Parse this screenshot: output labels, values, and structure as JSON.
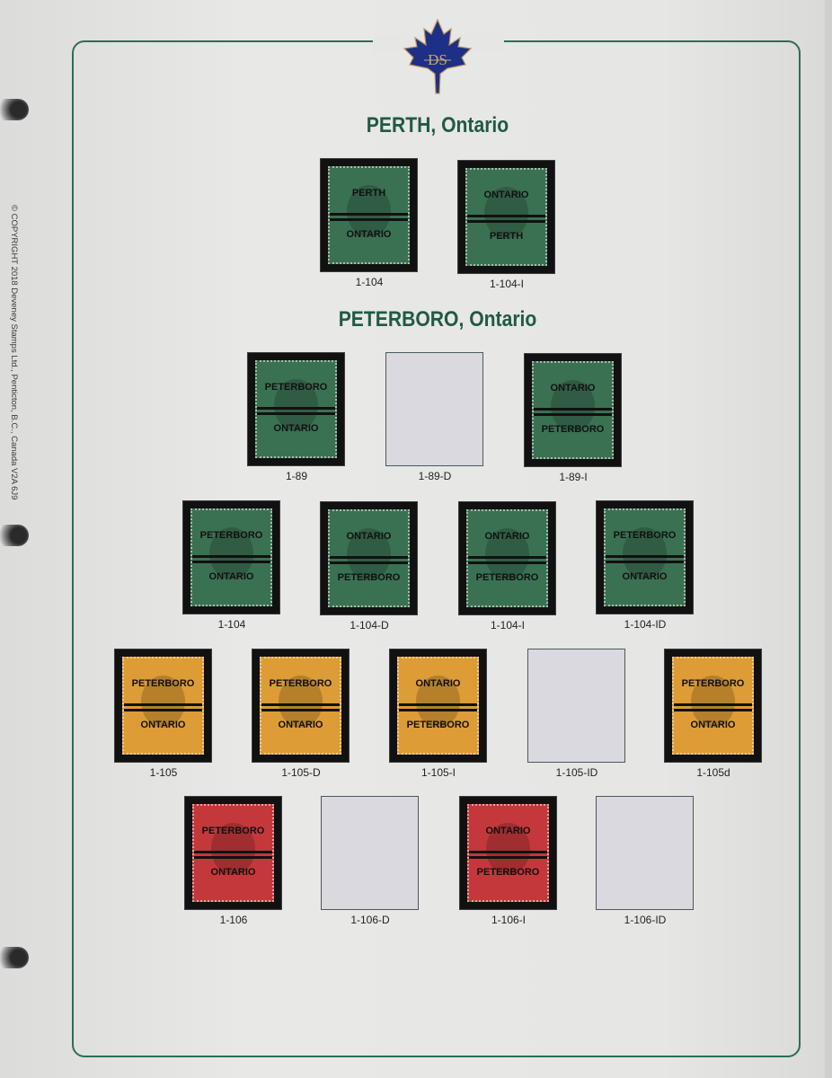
{
  "copyright": "© COPYRIGHT 2018 Deveney Stamps Ltd., Penticton, B.C., Canada V2A 6J9",
  "logo": {
    "text": "DS",
    "leaf_color": "#1d2f86"
  },
  "colors": {
    "frame": "#2e6d58",
    "title": "#1f5a45"
  },
  "sections": [
    {
      "title": "PERTH, Ontario",
      "slots": [
        {
          "label": "1-104",
          "overprint": [
            "PERTH",
            "ONTARIO"
          ]
        },
        {
          "label": "1-104-I",
          "overprint": [
            "ONTARIO",
            "PERTH"
          ]
        }
      ]
    },
    {
      "title": "PETERBORO, Ontario",
      "slots": [
        {
          "label": "1-89",
          "overprint": [
            "PETERBORO",
            "ONTARIO"
          ]
        },
        {
          "label": "1-89-D"
        },
        {
          "label": "1-89-I",
          "overprint": [
            "ONTARIO",
            "PETERBORO"
          ]
        },
        {
          "label": "1-104",
          "overprint": [
            "PETERBORO",
            "ONTARIO"
          ]
        },
        {
          "label": "1-104-D",
          "overprint": [
            "ONTARIO",
            "PETERBORO"
          ]
        },
        {
          "label": "1-104-I",
          "overprint": [
            "ONTARIO",
            "PETERBORO"
          ]
        },
        {
          "label": "1-104-ID",
          "overprint": [
            "PETERBORO",
            "ONTARIO"
          ]
        },
        {
          "label": "1-105",
          "overprint": [
            "PETERBORO",
            "ONTARIO"
          ]
        },
        {
          "label": "1-105-D",
          "overprint": [
            "PETERBORO",
            "ONTARIO"
          ]
        },
        {
          "label": "1-105-I",
          "overprint": [
            "ONTARIO",
            "PETERBORO"
          ]
        },
        {
          "label": "1-105-ID"
        },
        {
          "label": "1-105d",
          "overprint": [
            "PETERBORO",
            "ONTARIO"
          ]
        },
        {
          "label": "1-106",
          "overprint": [
            "PETERBORO",
            "ONTARIO"
          ]
        },
        {
          "label": "1-106-D"
        },
        {
          "label": "1-106-I",
          "overprint": [
            "ONTARIO",
            "PETERBORO"
          ]
        },
        {
          "label": "1-106-ID"
        }
      ]
    }
  ]
}
